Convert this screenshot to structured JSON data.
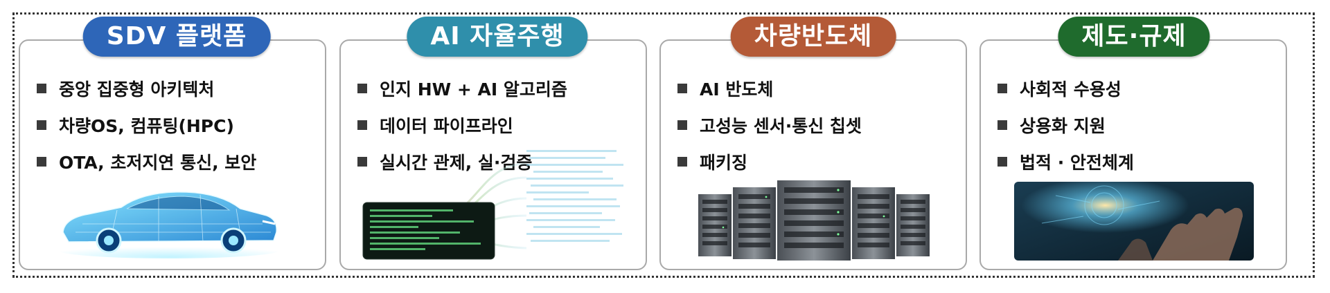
{
  "categories": [
    {
      "title": "SDV 플랫폼",
      "color": "#2e66b8",
      "items": [
        "중앙 집중형 아키텍처",
        "차량OS, 컴퓨팅(HPC)",
        "OTA, 초저지연 통신, 보안"
      ],
      "image": "car-wireframe-illustration"
    },
    {
      "title": "AI 자율주행",
      "color": "#2f8fab",
      "items": [
        "인지 HW + AI 알고리즘",
        "데이터 파이프라인",
        "실시간 관제, 실·검증"
      ],
      "image": "data-pipeline-illustration"
    },
    {
      "title": "차량반도체",
      "color": "#b45a37",
      "items": [
        "AI 반도체",
        "고성능 센서·통신 칩셋",
        "패키징"
      ],
      "image": "server-racks-illustration"
    },
    {
      "title": "제도·규제",
      "color": "#1f6b2d",
      "items": [
        "사회적 수용성",
        "상용화 지원",
        "법적 · 안전체계"
      ],
      "image": "digital-hand-illustration"
    }
  ]
}
